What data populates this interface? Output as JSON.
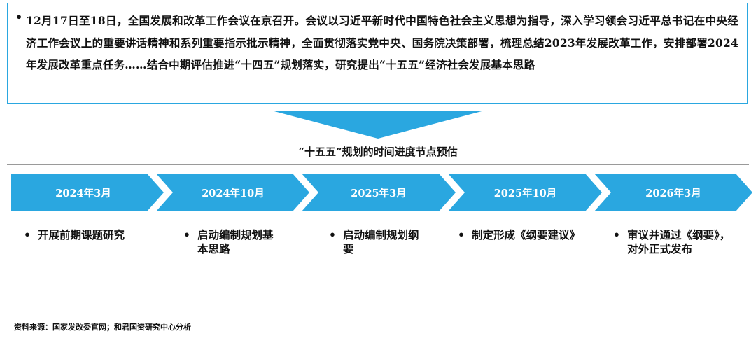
{
  "summary": {
    "bullet": "•",
    "text": "12月17日至18日，全国发展和改革工作会议在京召开。会议以习近平新时代中国特色社会主义思想为指导，深入学习领会习近平总书记在中央经济工作会议上的重要讲话精神和系列重要指示批示精神，全面贯彻落实党中央、国务院决策部署，梳理总结2023年发展改革工作，安排部署2024年发展改革重点任务……结合中期评估推进“十四五”规划落实，研究提出“十五五”经济社会发展基本思路"
  },
  "timeline": {
    "title": "“十五五”规划的时间进度节点预估",
    "milestones": [
      {
        "date": "2024年3月",
        "task": "开展前期课题研究"
      },
      {
        "date": "2024年10月",
        "task": "启动编制规划基本思路"
      },
      {
        "date": "2025年3月",
        "task": "启动编制规划纲要"
      },
      {
        "date": "2025年10月",
        "task": "制定形成《纲要建议》"
      },
      {
        "date": "2026年3月",
        "task": "审议并通过《纲要》，对外正式发布"
      }
    ]
  },
  "source": "资料来源：国家发改委官网；和君国资研究中心分析",
  "colors": {
    "accent": "#2aa7e0",
    "box_border": "#2aa7e0",
    "divider": "#9a9a9a"
  }
}
